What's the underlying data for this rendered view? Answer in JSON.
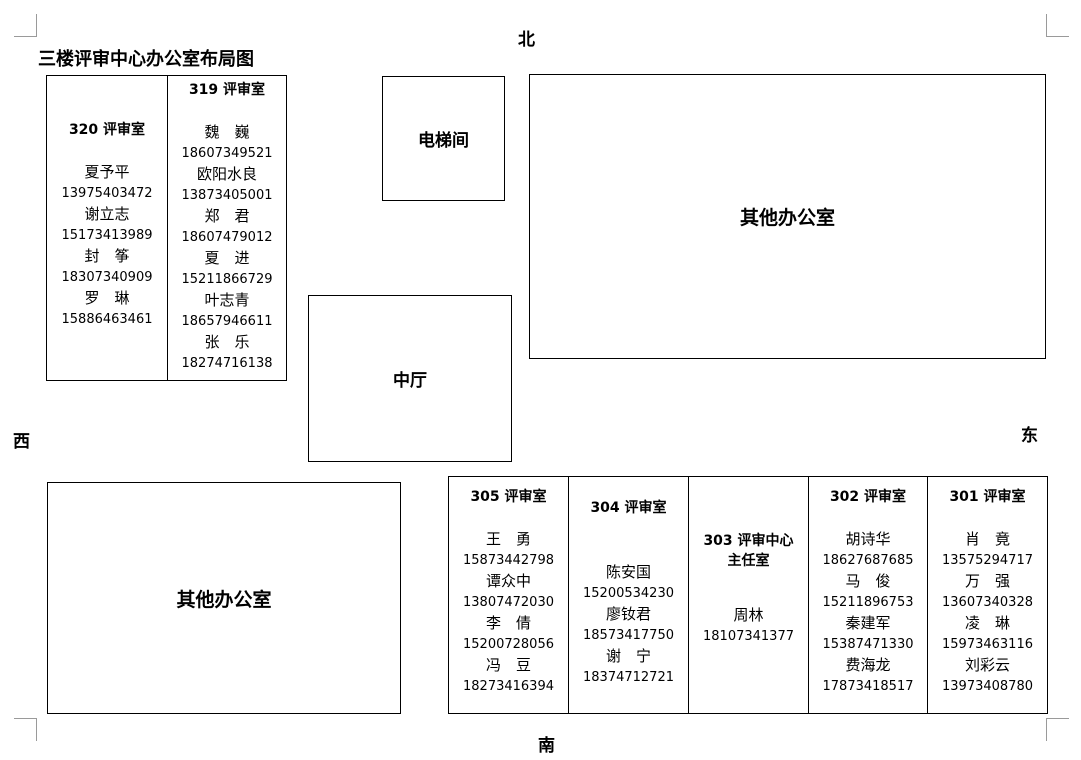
{
  "title": "三楼评审中心办公室布局图",
  "directions": {
    "north": "北",
    "south": "南",
    "east": "东",
    "west": "西"
  },
  "rooms": {
    "elevator": "电梯间",
    "lobby": "中厅",
    "other_office": "其他办公室",
    "r320": {
      "name": "320 评审室",
      "people": [
        {
          "name": "夏予平",
          "phone": "13975403472"
        },
        {
          "name": "谢立志",
          "phone": "15173413989"
        },
        {
          "name": "封　筝",
          "phone": "18307340909"
        },
        {
          "name": "罗　琳",
          "phone": "15886463461"
        }
      ]
    },
    "r319": {
      "name": "319 评审室",
      "people": [
        {
          "name": "魏　巍",
          "phone": "18607349521"
        },
        {
          "name": "欧阳水良",
          "phone": "13873405001"
        },
        {
          "name": "郑　君",
          "phone": "18607479012"
        },
        {
          "name": "夏　进",
          "phone": "15211866729"
        },
        {
          "name": "叶志青",
          "phone": "18657946611"
        },
        {
          "name": "张　乐",
          "phone": "18274716138"
        }
      ]
    },
    "r305": {
      "name": "305 评审室",
      "people": [
        {
          "name": "王　勇",
          "phone": "15873442798"
        },
        {
          "name": "谭众中",
          "phone": "13807472030"
        },
        {
          "name": "李　倩",
          "phone": "15200728056"
        },
        {
          "name": "冯　豆",
          "phone": "18273416394"
        }
      ]
    },
    "r304": {
      "name": "304 评审室",
      "people": [
        {
          "name": "陈安国",
          "phone": "15200534230"
        },
        {
          "name": "廖钕君",
          "phone": "18573417750"
        },
        {
          "name": "谢　宁",
          "phone": "18374712721"
        }
      ]
    },
    "r303": {
      "name_line1": "303 评审中心",
      "name_line2": "主任室",
      "people": [
        {
          "name": "周林",
          "phone": "18107341377"
        }
      ]
    },
    "r302": {
      "name": "302 评审室",
      "people": [
        {
          "name": "胡诗华",
          "phone": "18627687685"
        },
        {
          "name": "马　俊",
          "phone": "15211896753"
        },
        {
          "name": "秦建军",
          "phone": "15387471330"
        },
        {
          "name": "费海龙",
          "phone": "17873418517"
        }
      ]
    },
    "r301": {
      "name": "301 评审室",
      "people": [
        {
          "name": "肖　竟",
          "phone": "13575294717"
        },
        {
          "name": "万　强",
          "phone": "13607340328"
        },
        {
          "name": "凌　琳",
          "phone": "15973463116"
        },
        {
          "name": "刘彩云",
          "phone": "13973408780"
        }
      ]
    }
  }
}
